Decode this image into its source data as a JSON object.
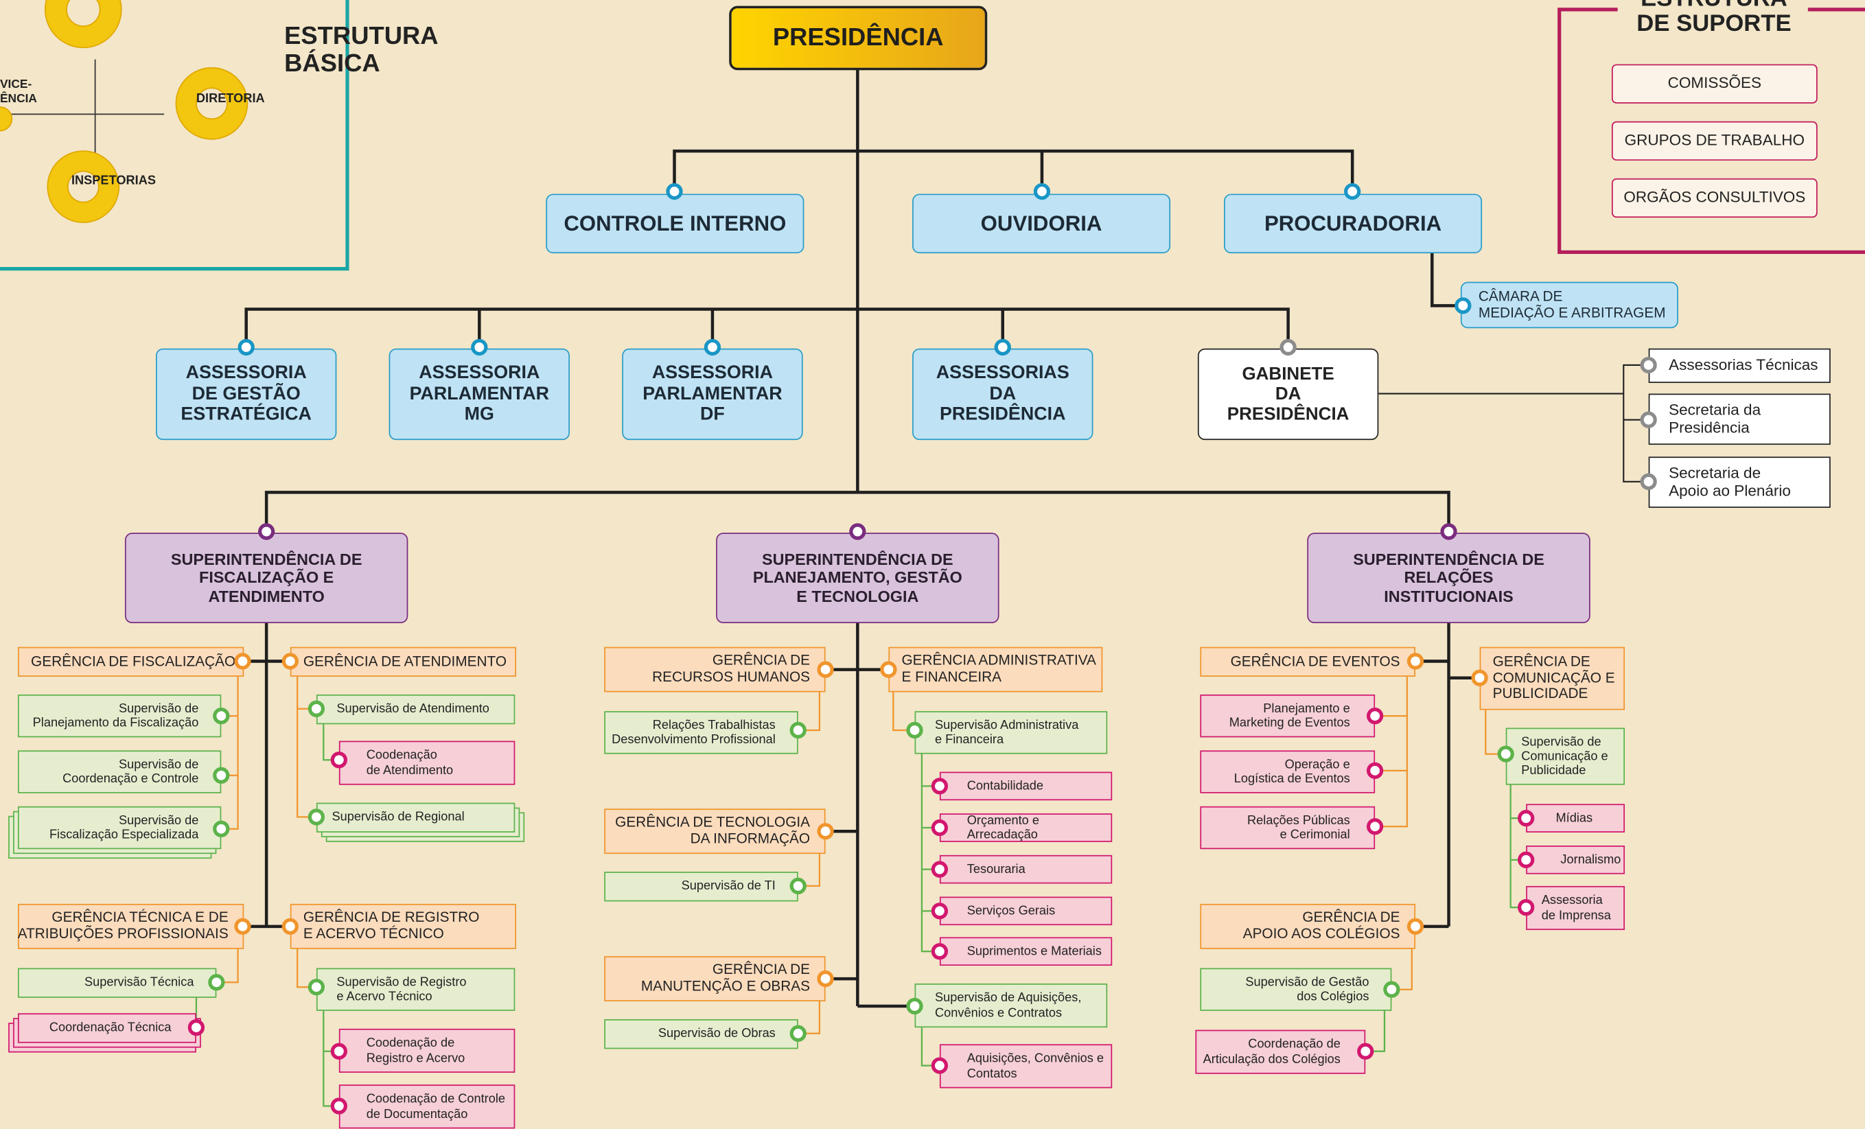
{
  "basic": {
    "title": "ESTRUTURA\nBÁSICA",
    "vice": "VICE-\nÊNCIA",
    "diretoria": "DIRETORIA",
    "inspetorias": "INSPETORIAS"
  },
  "support": {
    "title": "ESTRUTURA\nDE SUPORTE",
    "items": [
      "COMISSÕES",
      "GRUPOS DE TRABALHO",
      "ORGÃOS CONSULTIVOS"
    ]
  },
  "presidencia": "PRESIDÊNCIA",
  "row1": [
    "CONTROLE INTERNO",
    "OUVIDORIA",
    "PROCURADORIA"
  ],
  "camara": "CÂMARA DE\nMEDIAÇÃO E ARBITRAGEM",
  "row2": [
    "ASSESSORIA\nDE GESTÃO\nESTRATÉGICA",
    "ASSESSORIA\nPARLAMENTAR\nMG",
    "ASSESSORIA\nPARLAMENTAR\nDF",
    "ASSESSORIAS\nDA\nPRESIDÊNCIA",
    "GABINETE\nDA\nPRESIDÊNCIA"
  ],
  "gabinete_items": [
    "Assessorias Técnicas",
    "Secretaria da\nPresidência",
    "Secretaria de\nApoio ao Plenário"
  ],
  "superintendencias": [
    "SUPERINTENDÊNCIA DE\nFISCALIZAÇÃO E\nATENDIMENTO",
    "SUPERINTENDÊNCIA DE\nPLANEJAMENTO, GESTÃO\nE TECNOLOGIA",
    "SUPERINTENDÊNCIA DE\nRELAÇÕES\nINSTITUCIONAIS"
  ],
  "sfa": {
    "ger_fisc": "GERÊNCIA DE FISCALIZAÇÃO",
    "ger_fisc_items": [
      "Supervisão de\nPlanejamento da Fiscalização",
      "Supervisão de\nCoordenação e Controle",
      "Supervisão de\nFiscalização Especializada"
    ],
    "ger_atend": "GERÊNCIA DE ATENDIMENTO",
    "sup_atend": "Supervisão de Atendimento",
    "coord_atend": "Coodenação\nde Atendimento",
    "sup_regional": "Supervisão de Regional",
    "ger_tec": "GERÊNCIA TÉCNICA E DE\nATRIBUIÇÕES PROFISSIONAIS",
    "sup_tec": "Supervisão Técnica",
    "coord_tec": "Coordenação Técnica",
    "ger_reg": "GERÊNCIA DE REGISTRO\nE ACERVO TÉCNICO",
    "sup_reg": "Supervisão de Registro\ne Acervo Técnico",
    "coord_reg": "Coodenação de\nRegistro e Acervo",
    "coord_doc": "Coodenação de Controle\nde Documentação"
  },
  "spgt": {
    "ger_rh": "GERÊNCIA DE\nRECURSOS HUMANOS",
    "rel_trab": "Relações Trabalhistas\nDesenvolvimento Profissional",
    "ger_ti": "GERÊNCIA DE TECNOLOGIA\nDA INFORMAÇÃO",
    "sup_ti": "Supervisão de TI",
    "ger_man": "GERÊNCIA DE\nMANUTENÇÃO E OBRAS",
    "sup_obras": "Supervisão de Obras",
    "ger_adm": "GERÊNCIA ADMINISTRATIVA\nE FINANCEIRA",
    "sup_adm": "Supervisão Administrativa\ne Financeira",
    "adm_items": [
      "Contabilidade",
      "Orçamento e Arrecadação",
      "Tesouraria",
      "Serviços Gerais",
      "Suprimentos e Materiais"
    ],
    "sup_aq": "Supervisão de Aquisições,\nConvênios e Contratos",
    "aq": "Aquisições, Convênios e\nContatos"
  },
  "sri": {
    "ger_ev": "GERÊNCIA DE EVENTOS",
    "ev_items": [
      "Planejamento e\nMarketing de Eventos",
      "Operação e\nLogística de Eventos",
      "Relações Públicas\ne Cerimonial"
    ],
    "ger_apoio": "GERÊNCIA DE\nAPOIO AOS COLÉGIOS",
    "sup_gest": "Supervisão de Gestão\ndos Colégios",
    "coord_art": "Coordenação de\nArticulação dos Colégios",
    "ger_com": "GERÊNCIA DE\nCOMUNICAÇÃO E\nPUBLICIDADE",
    "sup_com": "Supervisão de\nComunicação e\nPublicidade",
    "com_items": [
      "Mídias",
      "Jornalismo",
      "Assessoria\nde Imprensa"
    ]
  }
}
